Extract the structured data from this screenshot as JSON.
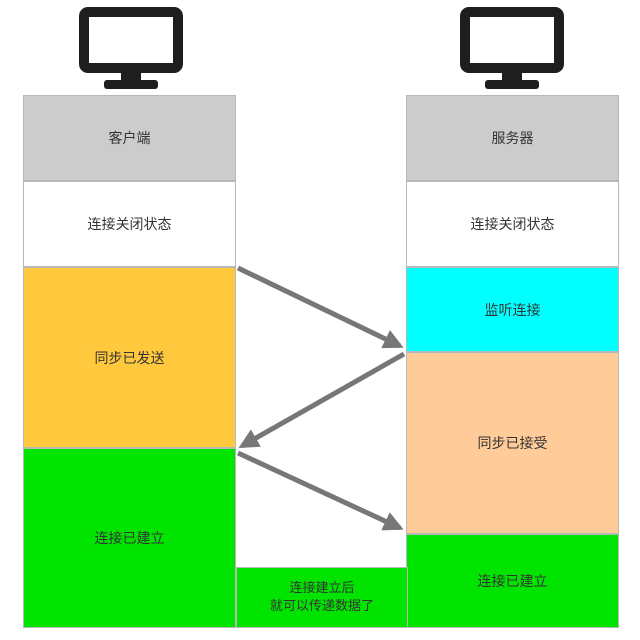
{
  "colors": {
    "gray": "#cccccc",
    "white": "#ffffff",
    "orange": "#ffc83d",
    "green": "#00e400",
    "cyan": "#00ffff",
    "peach": "#ffcc99",
    "arrow": "#777777",
    "monitor": "#1e1e1e"
  },
  "client": {
    "icon": "monitor-icon",
    "title": "客户端",
    "states": [
      "连接关闭状态",
      "同步已发送",
      "连接已建立"
    ]
  },
  "server": {
    "icon": "monitor-icon",
    "title": "服务器",
    "states": [
      "连接关闭状态",
      "监听连接",
      "同步已接受",
      "连接已建立"
    ]
  },
  "note": "连接建立后\n就可以传递数据了"
}
